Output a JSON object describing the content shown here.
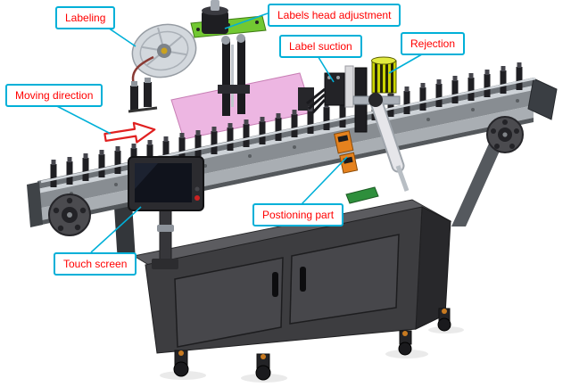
{
  "diagram": {
    "callouts": {
      "labeling": {
        "label": "Labeling"
      },
      "labels_head_adjustment": {
        "label": "Labels head adjustment"
      },
      "label_suction": {
        "label": "Label suction"
      },
      "rejection": {
        "label": "Rejection"
      },
      "moving_direction": {
        "label": "Moving direction"
      },
      "positioning_part": {
        "label": "Postioning part"
      },
      "touch_screen": {
        "label": "Touch screen"
      }
    },
    "colors": {
      "callout_text": "#ff0000",
      "callout_border": "#00b0d8",
      "leader_line": "#00b0d8",
      "arrow_outline": "#e02020"
    }
  }
}
